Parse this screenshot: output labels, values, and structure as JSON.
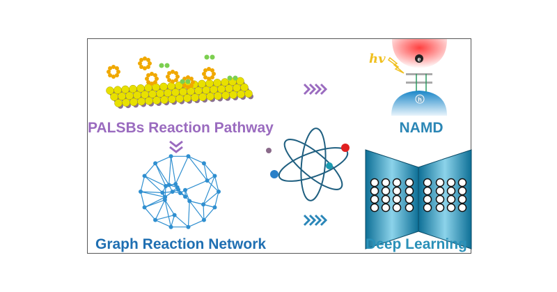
{
  "labels": {
    "pathway": "PALSBs Reaction Pathway",
    "namd": "NAMD",
    "network": "Graph Reaction Network",
    "deep_learning": "Deep Learning"
  },
  "namd_symbols": {
    "photon": "hv",
    "electron": "e",
    "hole": "h"
  },
  "colors": {
    "pathway": "#9a6bbf",
    "namd": "#2b86b5",
    "network": "#1f6fb2",
    "deep_learning": "#2a90b8",
    "sulfur": "#e8e000",
    "metal": "#8a7090",
    "network_lines": "#2f8fd0"
  }
}
